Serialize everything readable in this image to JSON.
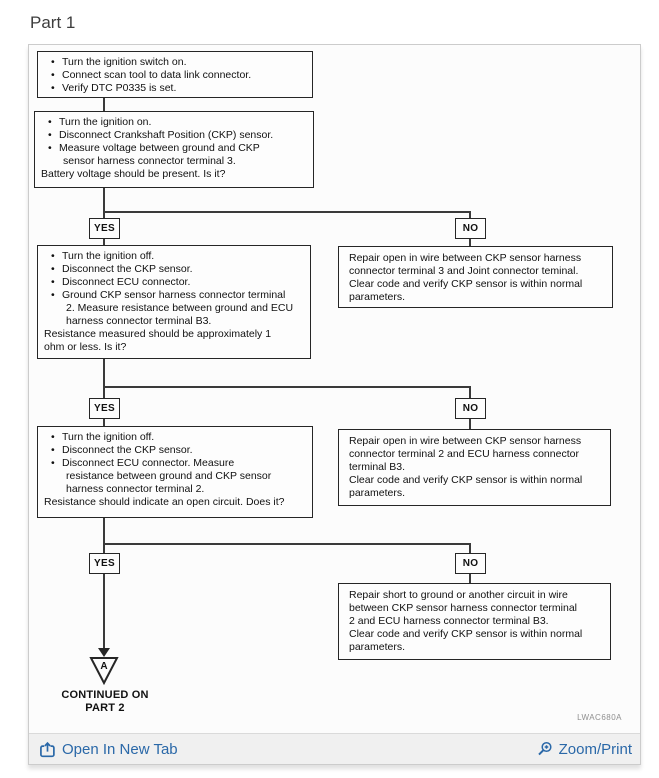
{
  "header": {
    "title": "Part 1"
  },
  "flowchart": {
    "bullet_char": "•",
    "decision_labels": {
      "yes": "YES",
      "no": "NO"
    },
    "steps": {
      "step1": {
        "lines": [
          {
            "t": "b",
            "text": "Turn the ignition switch on."
          },
          {
            "t": "b",
            "text": "Connect scan tool to data link connector."
          },
          {
            "t": "b",
            "text": "Verify DTC P0335 is set."
          }
        ]
      },
      "step2": {
        "lines": [
          {
            "t": "b",
            "text": "Turn the ignition on."
          },
          {
            "t": "b",
            "text": "Disconnect Crankshaft Position (CKP) sensor."
          },
          {
            "t": "b",
            "text": "Measure voltage between ground and CKP"
          },
          {
            "t": "c",
            "text": "sensor harness connector terminal 3."
          },
          {
            "t": "p",
            "text": "Battery voltage should be present. Is it?"
          }
        ]
      },
      "step3": {
        "lines": [
          {
            "t": "b",
            "text": "Turn the ignition off."
          },
          {
            "t": "b",
            "text": "Disconnect the CKP sensor."
          },
          {
            "t": "b",
            "text": "Disconnect ECU connector."
          },
          {
            "t": "b",
            "text": "Ground CKP sensor harness connector terminal"
          },
          {
            "t": "c",
            "text": "2. Measure resistance between ground and ECU"
          },
          {
            "t": "c",
            "text": "harness connector terminal B3."
          },
          {
            "t": "p",
            "text": "Resistance measured should be approximately 1"
          },
          {
            "t": "p",
            "text": "ohm or less. Is it?"
          }
        ]
      },
      "step4": {
        "lines": [
          {
            "t": "b",
            "text": "Turn the ignition off."
          },
          {
            "t": "b",
            "text": "Disconnect the CKP sensor."
          },
          {
            "t": "b",
            "text": "Disconnect ECU connector. Measure"
          },
          {
            "t": "c",
            "text": "resistance between ground and CKP sensor"
          },
          {
            "t": "c",
            "text": "harness connector terminal 2."
          },
          {
            "t": "p",
            "text": "Resistance should indicate an open circuit. Does it?"
          }
        ]
      },
      "repair1": {
        "lines": [
          {
            "t": "p",
            "text": "Repair open in wire between CKP sensor harness"
          },
          {
            "t": "p",
            "text": "connector terminal 3 and Joint connector teminal."
          },
          {
            "t": "p",
            "text": "Clear code and verify CKP sensor is within normal"
          },
          {
            "t": "p",
            "text": "parameters."
          }
        ]
      },
      "repair2": {
        "lines": [
          {
            "t": "p",
            "text": "Repair open in wire between CKP sensor harness"
          },
          {
            "t": "p",
            "text": "connector terminal 2 and ECU harness connector"
          },
          {
            "t": "p",
            "text": "terminal B3."
          },
          {
            "t": "p",
            "text": "Clear code and verify CKP sensor is within normal"
          },
          {
            "t": "p",
            "text": "parameters."
          }
        ]
      },
      "repair3": {
        "lines": [
          {
            "t": "p",
            "text": "Repair short to ground or another circuit in wire"
          },
          {
            "t": "p",
            "text": "between CKP sensor harness connector terminal"
          },
          {
            "t": "p",
            "text": "2 and ECU harness connector terminal B3."
          },
          {
            "t": "p",
            "text": "Clear code and verify CKP sensor is within normal"
          },
          {
            "t": "p",
            "text": "parameters."
          }
        ]
      }
    },
    "connector": {
      "label": "A"
    },
    "continued_on": {
      "line1": "CONTINUED ON",
      "line2": "PART 2"
    },
    "figure_code": "LWAC680A"
  },
  "footer": {
    "open_in_new_tab": "Open In New Tab",
    "zoom_print": "Zoom/Print"
  },
  "colors": {
    "link": "#2a68a8",
    "line": "#3a3a3a"
  }
}
